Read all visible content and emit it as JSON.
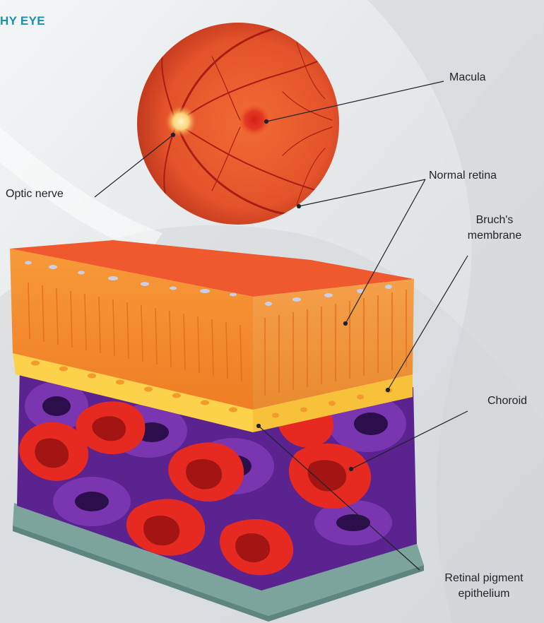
{
  "title": "HY EYE",
  "accent_color": "#1a8fb3",
  "labels": {
    "macula": "Macula",
    "normal_retina": "Normal retina",
    "bruchs_line1": "Bruch's",
    "bruchs_line2": "membrane",
    "optic_nerve": "Optic nerve",
    "choroid": "Choroid",
    "rpe_line1": "Retinal pigment",
    "rpe_line2": "epithelium"
  },
  "colors": {
    "fundus": "#e8562a",
    "fundus_dark": "#b3261e",
    "retina_layer": "#f28a2c",
    "retina_top": "#f0582e",
    "bruchs_layer": "#fcd24a",
    "choroid_purple": "#6a2a9a",
    "choroid_red": "#e62a22",
    "base": "#7ca39c"
  }
}
